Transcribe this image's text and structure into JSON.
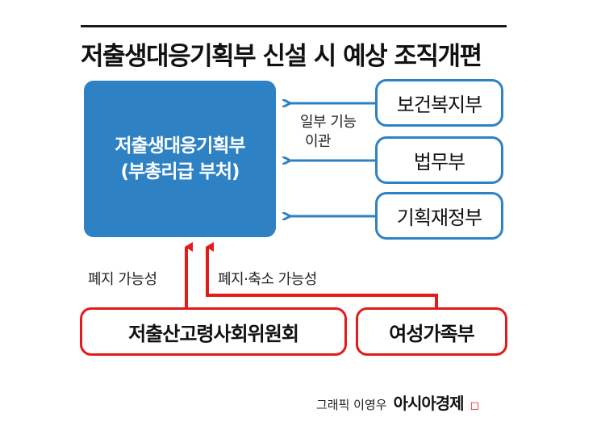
{
  "title": "저출생대응기획부 신설 시 예상 조직개편",
  "main": {
    "line1": "저출생대응기획부",
    "line2": "(부총리급 부처)"
  },
  "ministries": [
    {
      "label": "보건복지부"
    },
    {
      "label": "법무부"
    },
    {
      "label": "기획재정부"
    }
  ],
  "transfer_label": {
    "line1": "일부 기능",
    "line2": "이관"
  },
  "committees": [
    {
      "label": "저출산고령사회위원회",
      "relation": "폐지 가능성"
    },
    {
      "label": "여성가족부",
      "relation": "폐지·축소 가능성"
    }
  ],
  "credit": {
    "byline": "그래픽 이영우",
    "brand": "아시아경제"
  },
  "colors": {
    "blue": "#2e82c4",
    "red": "#e21b1b"
  }
}
